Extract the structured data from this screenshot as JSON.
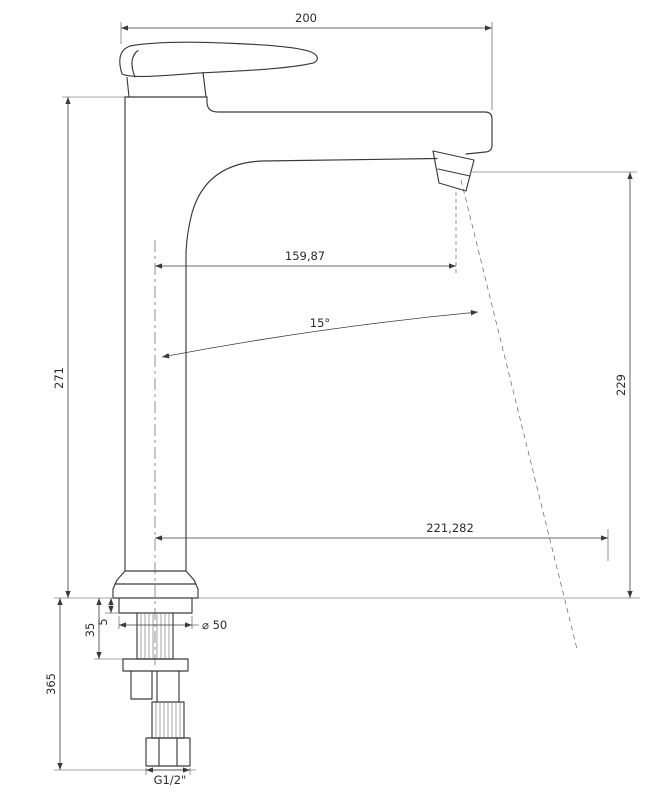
{
  "drawing": {
    "type": "technical-dimension-drawing",
    "subject": "tall single-lever basin mixer, side elevation",
    "background_color": "#ffffff",
    "line_color": "#3a3a3a"
  },
  "dimensions": {
    "top_width": "200",
    "spout_reach": "159,87",
    "spout_angle": "15°",
    "body_height": "271",
    "under_counter_length": "365",
    "outlet_height": "229",
    "stream_reach": "221,282",
    "shank_length": "35",
    "plate_thickness": "5",
    "base_diameter": "⌀ 50",
    "connection_thread": "G1/2\""
  }
}
